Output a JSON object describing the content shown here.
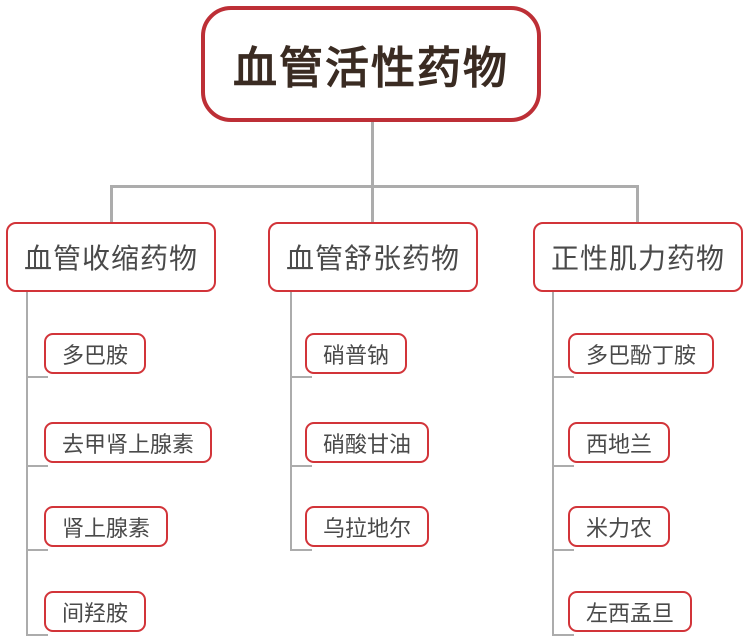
{
  "diagram": {
    "title": "血管活性药物",
    "root": {
      "label": "血管活性药物"
    },
    "branches": [
      {
        "label": "血管收缩药物",
        "children": [
          {
            "label": "多巴胺"
          },
          {
            "label": "去甲肾上腺素"
          },
          {
            "label": "肾上腺素"
          },
          {
            "label": "间羟胺"
          }
        ]
      },
      {
        "label": "血管舒张药物",
        "children": [
          {
            "label": "硝普钠"
          },
          {
            "label": "硝酸甘油"
          },
          {
            "label": "乌拉地尔"
          }
        ]
      },
      {
        "label": "正性肌力药物",
        "children": [
          {
            "label": "多巴酚丁胺"
          },
          {
            "label": "西地兰"
          },
          {
            "label": "米力农"
          },
          {
            "label": "左西孟旦"
          }
        ]
      }
    ]
  },
  "colors": {
    "root_border_red": "#bd2f36",
    "node_border_red": "#d23439",
    "connector_gray": "#acacac",
    "root_text": "#3a2b22",
    "node_text": "#4a4a4a",
    "background": "#ffffff"
  }
}
